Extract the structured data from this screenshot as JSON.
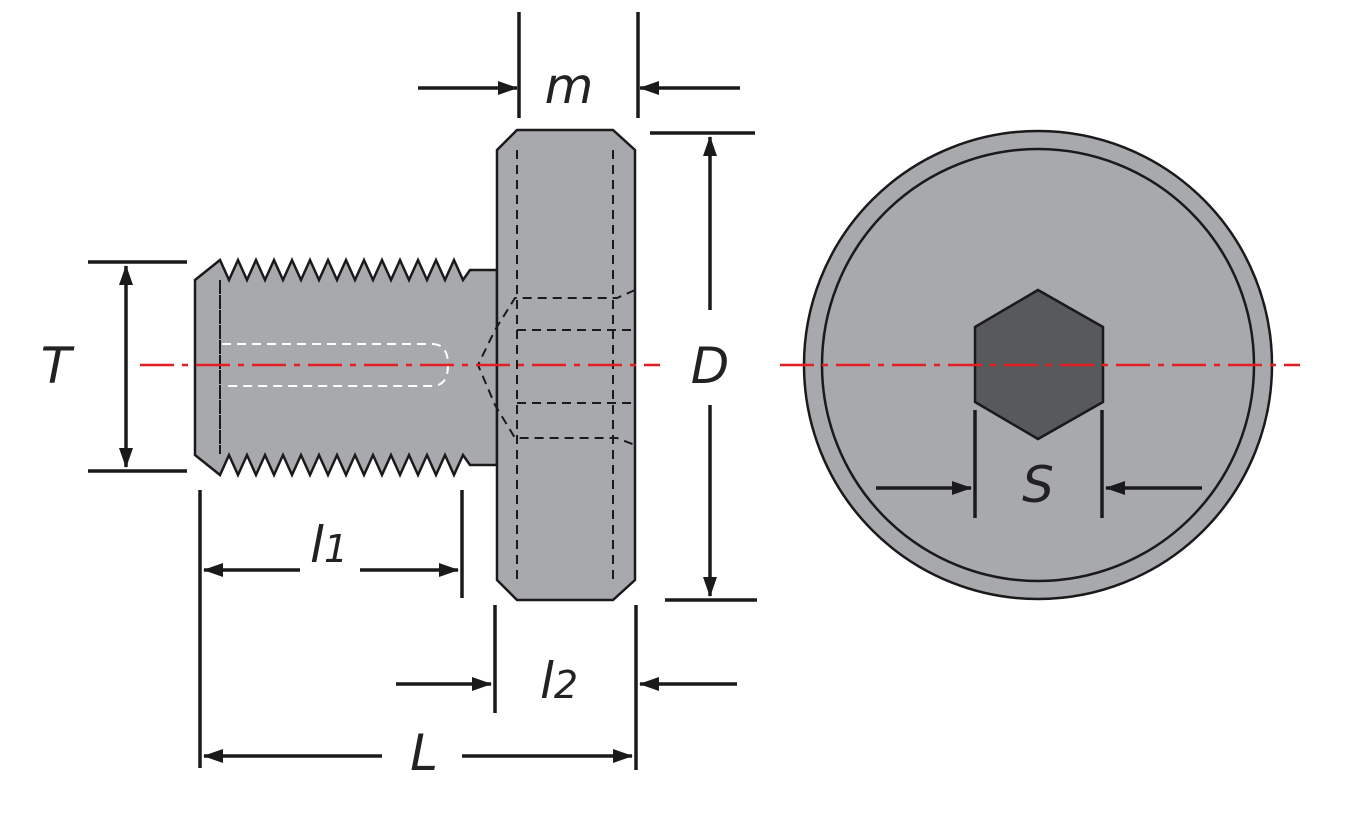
{
  "colors": {
    "part_fill": "#a7a9ac",
    "outline": "#1a1a1a",
    "hex_socket": "#58595b",
    "centerline": "#e31e24",
    "hidden_in_bore": "#ffffff"
  },
  "labels": {
    "m": "m",
    "D": "D",
    "T": "T",
    "l1_base": "l",
    "l1_sub": "1",
    "l2_base": "l",
    "l2_sub": "2",
    "L": "L",
    "S": "S"
  }
}
